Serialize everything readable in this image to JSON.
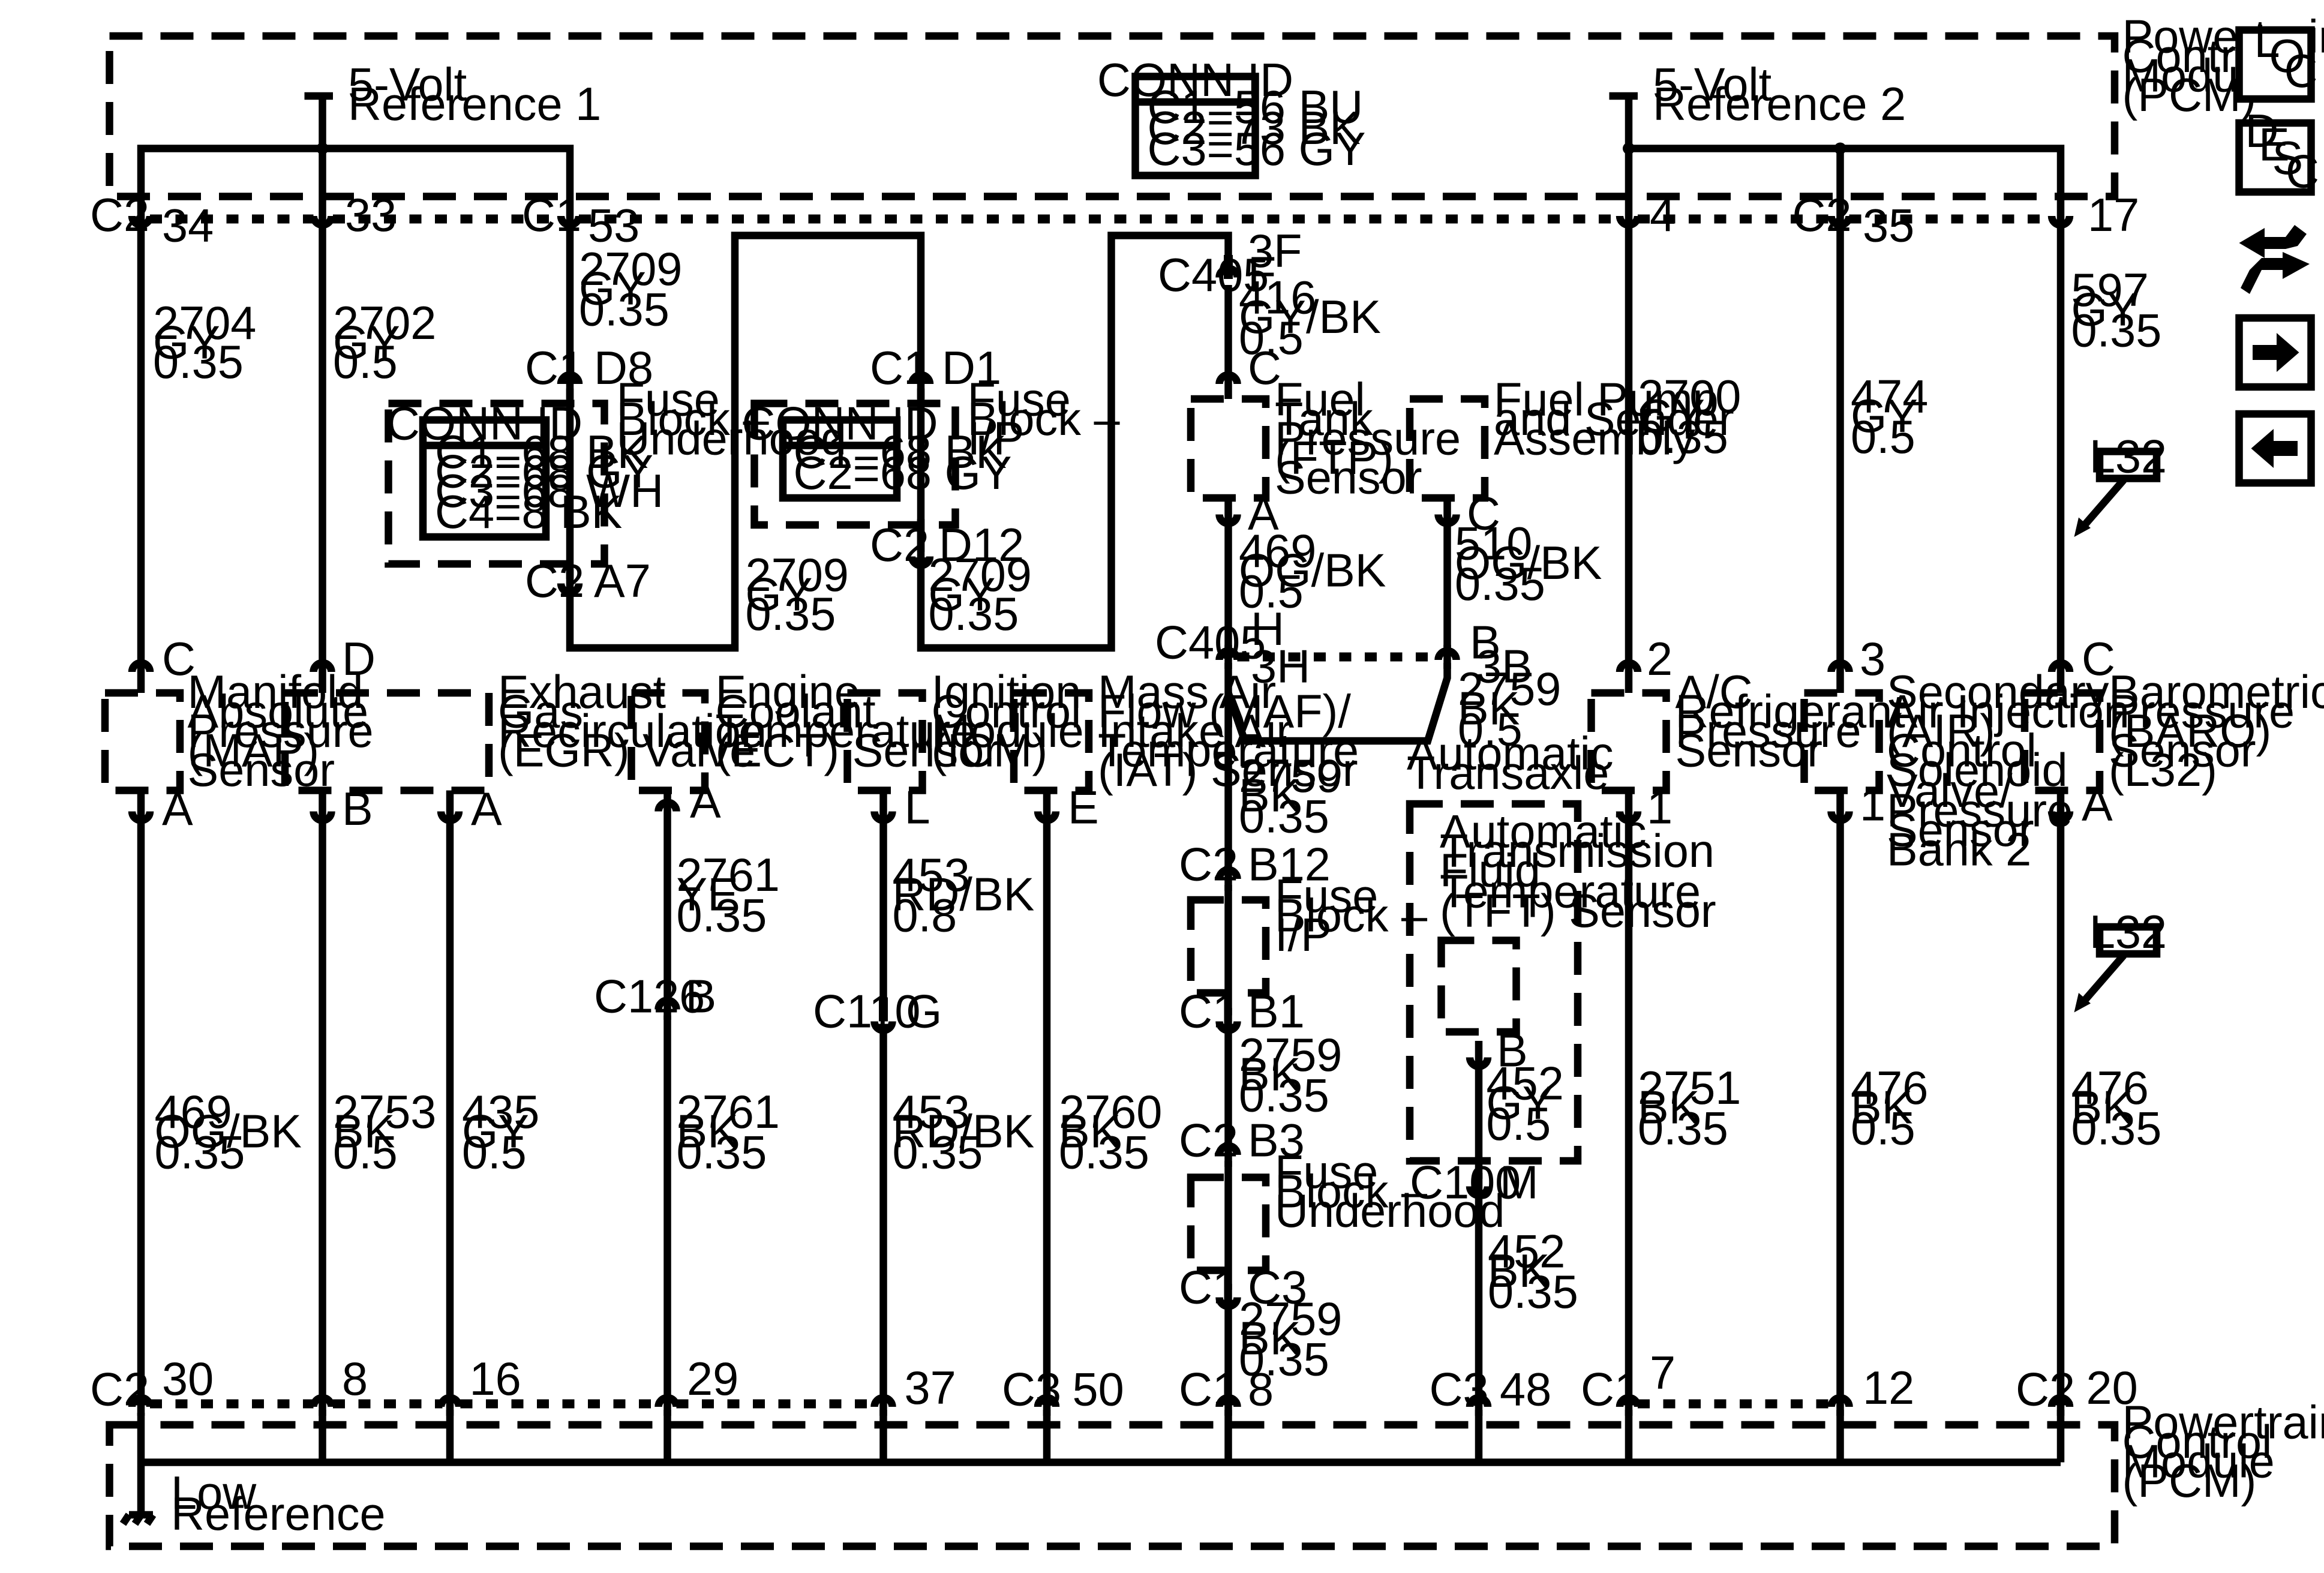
{
  "pcm": {
    "title": [
      "Powertrain",
      "Control",
      "Module",
      "(PCM)"
    ],
    "conn_id": {
      "header": "CONN ID",
      "lines": [
        "C1=56 BU",
        "C2=73 BK",
        "C3=56 GY"
      ]
    },
    "vref1": [
      "5-Volt",
      "Reference 1"
    ],
    "vref2": [
      "5-Volt",
      "Reference 2"
    ],
    "low_ref": [
      "Low",
      "Reference"
    ]
  },
  "fuse_underhood_top": {
    "label": [
      "Fuse",
      "Block –",
      "Underhood"
    ],
    "conn_header": "CONN ID",
    "conn_lines": [
      "C1=68 BK",
      "C2=68 GY",
      "C3=68 WH",
      "C4=8 BK"
    ]
  },
  "fuse_ip_top": {
    "label": [
      "Fuse",
      "Block –",
      "I/P"
    ],
    "conn_header": "CONN ID",
    "conn_lines": [
      "C1=68 BK",
      "C2=68 GY"
    ]
  },
  "connectors": {
    "c2_34": "C2",
    "p34": "34",
    "p33": "33",
    "c1_53": "C1",
    "p53": "53",
    "p4": "4",
    "c2_35": "C2",
    "p35": "35",
    "p17": "17",
    "c1_d8": "C1",
    "d8": "D8",
    "c2_a7": "C2",
    "a7": "A7",
    "c1_d1": "C1",
    "d1": "D1",
    "c2_d12": "C2",
    "d12": "D12",
    "c405a": "C405",
    "c405a_3f": "3F",
    "c405a_f": "F",
    "ftp_c": "C",
    "ftp_a": "A",
    "fps_c": "C",
    "c405b": "C405",
    "c405b_h": "H",
    "c405b_3h": "3H",
    "c405b_b": "B",
    "c405b_3b": "3B",
    "map_c": "C",
    "egr_d": "D",
    "ac_2": "2",
    "air_3": "3",
    "baro_c": "C",
    "map_a": "A",
    "egr_b": "B",
    "egr_a": "A",
    "ect_a": "A",
    "icm_l": "L",
    "maf_e": "E",
    "ac_1": "1",
    "air_1": "1",
    "baro_a": "A",
    "c126": "C126",
    "c126_b": "B",
    "c110": "C110",
    "c110_g": "G",
    "c2_b12": "C2",
    "b12": "B12",
    "c1_b1": "C1",
    "b1": "B1",
    "c2_b3": "C2",
    "b3": "B3",
    "c1_c3": "C1",
    "c3": "C3",
    "tft_b": "B",
    "c100": "C100",
    "c100_m": "M",
    "c2_30": "C2",
    "p30": "30",
    "p8a": "8",
    "p16": "16",
    "p29": "29",
    "p37": "37",
    "c3_50": "C3",
    "p50": "50",
    "c1_8": "C1",
    "p8b": "8",
    "c3_48": "C3",
    "p48": "48",
    "c1_7": "C1",
    "p7": "7",
    "p12": "12",
    "c2_20": "C2",
    "p20": "20"
  },
  "wires": {
    "w2704": [
      "2704",
      "GY",
      "0.35"
    ],
    "w2702": [
      "2702",
      "GY",
      "0.5"
    ],
    "w2709a": [
      "2709",
      "GY",
      "0.35"
    ],
    "w2709b": [
      "2709",
      "GY",
      "0.35"
    ],
    "w2709c": [
      "2709",
      "GY",
      "0.35"
    ],
    "w416": [
      "416",
      "GY/BK",
      "0.5"
    ],
    "w2700": [
      "2700",
      "GY",
      "0.35"
    ],
    "w474": [
      "474",
      "GY",
      "0.5"
    ],
    "w597": [
      "597",
      "GY",
      "0.35"
    ],
    "w469a": [
      "469",
      "OG/BK",
      "0.5"
    ],
    "w510": [
      "510",
      "OG/BK",
      "0.35"
    ],
    "w2759a": [
      "2759",
      "BK",
      "0.5"
    ],
    "w2759b": [
      "2759",
      "BK",
      "0.35"
    ],
    "w2759c": [
      "2759",
      "BK",
      "0.35"
    ],
    "w2759d": [
      "2759",
      "BK",
      "0.35"
    ],
    "w2761a": [
      "2761",
      "YE",
      "0.35"
    ],
    "w453a": [
      "453",
      "RD/BK",
      "0.8"
    ],
    "w469b": [
      "469",
      "OG/BK",
      "0.35"
    ],
    "w2753": [
      "2753",
      "BK",
      "0.5"
    ],
    "w435": [
      "435",
      "GY",
      "0.5"
    ],
    "w2761b": [
      "2761",
      "BK",
      "0.35"
    ],
    "w453b": [
      "453",
      "RD/BK",
      "0.35"
    ],
    "w2760": [
      "2760",
      "BK",
      "0.35"
    ],
    "w452a": [
      "452",
      "GY",
      "0.5"
    ],
    "w452b": [
      "452",
      "BK",
      "0.35"
    ],
    "w2751": [
      "2751",
      "BK",
      "0.35"
    ],
    "w476a": [
      "476",
      "BK",
      "0.5"
    ],
    "w476b": [
      "476",
      "BK",
      "0.35"
    ]
  },
  "components": {
    "map": [
      "Manifold",
      "Absolute",
      "Pressure",
      "(MAP)",
      "Sensor"
    ],
    "egr": [
      "Exhaust",
      "Gas",
      "Recirculation",
      "(EGR) Valve"
    ],
    "ect": [
      "Engine",
      "Coolant",
      "Temperature",
      "(ECT) Sensor"
    ],
    "icm": [
      "Ignition",
      "Control",
      "Module",
      "(ICM)"
    ],
    "maf": [
      "Mass Air",
      "Flow (MAF)/",
      "Intake Air",
      "Temperature",
      "(IAT) Sensor"
    ],
    "ftp": [
      "Fuel",
      "Tank",
      "Pressure",
      "(FTP)",
      "Sensor"
    ],
    "fps": [
      "Fuel Pump",
      "and Sender",
      "Assembly"
    ],
    "ac": [
      "A/C",
      "Refrigerant",
      "Pressure",
      "Sensor"
    ],
    "air": [
      "Secondary",
      "Air Injection",
      "(AIR)",
      "Control",
      "Solenoid",
      "Valve/",
      "Pressure",
      "Sensor",
      "Bank 2"
    ],
    "baro": [
      "Barometric",
      "Pressure",
      "(BARO)",
      "Sensor",
      "(L32)"
    ],
    "trans": [
      "Automatic",
      "Transaxle"
    ],
    "tft": [
      "Automatic",
      "Transmission",
      "Fluid",
      "Temperature",
      "(TFT) Sensor"
    ],
    "fuse_ip_low": [
      "Fuse",
      "Block –",
      "I/P"
    ],
    "fuse_uh_low": [
      "Fuse",
      "Block –",
      "Underhood"
    ]
  },
  "option_tags": {
    "tag1": "L32",
    "tag2": "L32"
  },
  "nav": {
    "loc": [
      "L",
      "O",
      "C"
    ],
    "desc": [
      "D",
      "E",
      "S",
      "C"
    ],
    "icons": [
      "connector-end-view-icon",
      "arrow-right-icon",
      "arrow-left-icon"
    ]
  }
}
